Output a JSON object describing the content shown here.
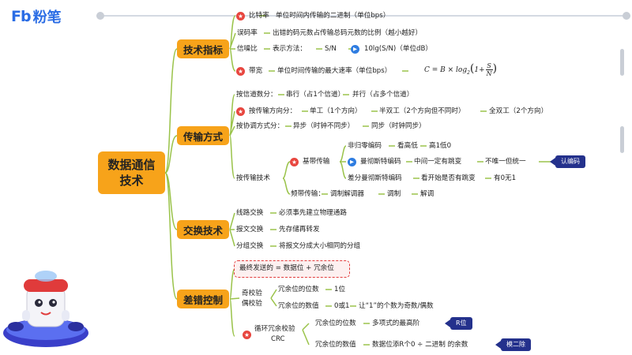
{
  "brand": {
    "logo_latin": "Fb",
    "logo_cn": "粉笔"
  },
  "root": {
    "label": "数据通信技术"
  },
  "categories": [
    {
      "label": "技术指标"
    },
    {
      "label": "传输方式"
    },
    {
      "label": "交换技术"
    },
    {
      "label": "差错控制"
    }
  ],
  "tech": {
    "bitrate": "比特率",
    "bitrate_def": "单位时间内传输的二进制（单位bps）",
    "errrate": "误码率",
    "errrate_def": "出错的码元数占传输总码元数的比例（越小越好）",
    "snr": "信噪比",
    "snr_how": "表示方法：",
    "snr_a": "S/N",
    "snr_b": "10lg(S/N)（单位dB）",
    "bw": "带宽",
    "bw_def": "单位时间传输的最大速率（单位bps）",
    "formula_left": "C = B × log",
    "formula_sub": "2",
    "formula_paren": "1+",
    "formula_num": "S",
    "formula_den": "N"
  },
  "trans": {
    "by_channel": "按信道数分：",
    "serial": "串行（占1个信道）",
    "parallel": "并行（占多个信道）",
    "by_dir": "按传输方向分：",
    "simplex": "单工（1个方向）",
    "half": "半双工（2个方向但不同时）",
    "full": "全双工（2个方向）",
    "by_sync": "按协调方式分：",
    "async": "异步（时钟不同步）",
    "sync": "同步（时钟同步）",
    "by_tech": "按传输技术",
    "baseband": "基带传输",
    "nrz": "非归零编码",
    "nrz_1": "看高低",
    "nrz_2": "高1低0",
    "man": "曼彻斯特编码",
    "man_1": "中间一定有跳变",
    "man_2": "不唯一但统一",
    "dman": "差分曼彻斯特编码",
    "dman_1": "看开始是否有跳变",
    "dman_2": "有0无1",
    "recog_tag": "认编码",
    "band": "频带传输：",
    "modem": "调制解调器",
    "mod": "调制",
    "demod": "解调"
  },
  "switch": {
    "circuit": "线路交换",
    "circuit_def": "必须事先建立物理通路",
    "message": "报文交换",
    "message_def": "先存储再转发",
    "packet": "分组交换",
    "packet_def": "将报文分成大小相同的分组"
  },
  "err": {
    "final": "最终发送的 = 数据位 + 冗余位",
    "parity_1": "奇校验",
    "parity_2": "偶校验",
    "redund_cnt": "冗余位的位数",
    "redund_cnt_v": "1位",
    "redund_val": "冗余位的数值",
    "redund_val_v": "0或1",
    "redund_val_rule": "让“1”的个数为奇数/偶数",
    "crc_1": "循环冗余校验",
    "crc_2": "CRC",
    "crc_cnt": "冗余位的位数",
    "crc_cnt_v": "多项式的最高阶",
    "crc_cnt_tag": "R位",
    "crc_val": "冗余位的数值",
    "crc_val_v": "数据位添R个0 ÷ 二进制 的余数",
    "crc_val_tag": "模二除"
  },
  "colors": {
    "orange": "#f7a31a",
    "line": "#9ac34a",
    "tag": "#24318c",
    "star": "#e8463f",
    "pointer": "#2f7de1"
  }
}
